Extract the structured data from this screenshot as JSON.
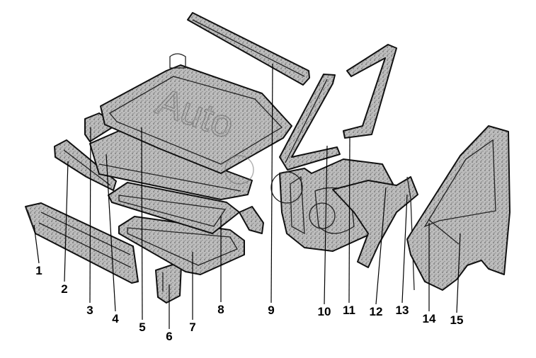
{
  "watermark": "Auto",
  "callouts": [
    "1",
    "2",
    "3",
    "4",
    "5",
    "6",
    "7",
    "8",
    "9",
    "10",
    "11",
    "12",
    "13",
    "14",
    "15"
  ]
}
